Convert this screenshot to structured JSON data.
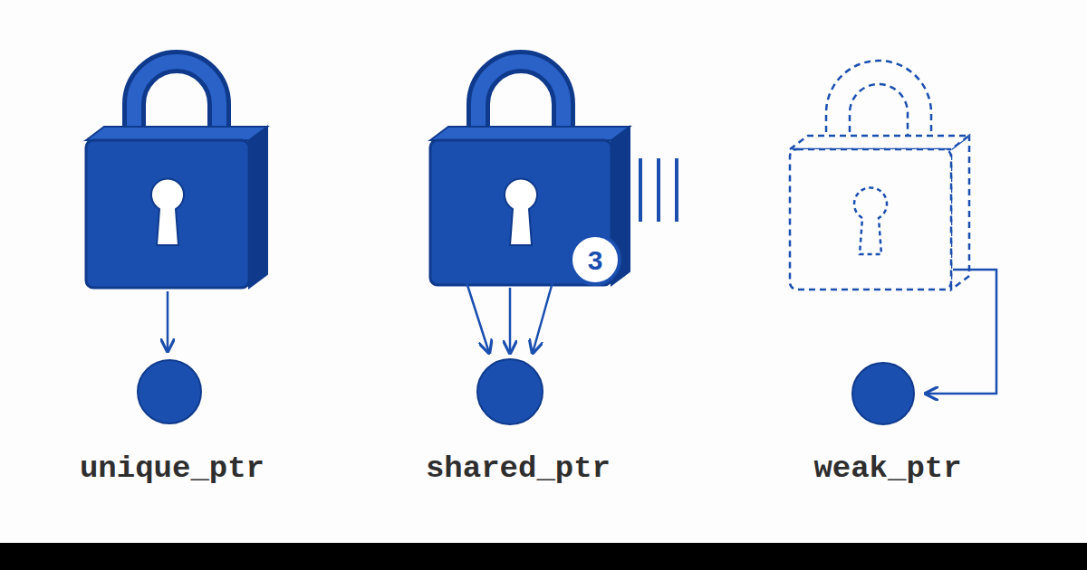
{
  "diagram": {
    "labels": [
      "unique_ptr",
      "3",
      "shared_ptr",
      "weak_ptr"
    ]
  }
}
